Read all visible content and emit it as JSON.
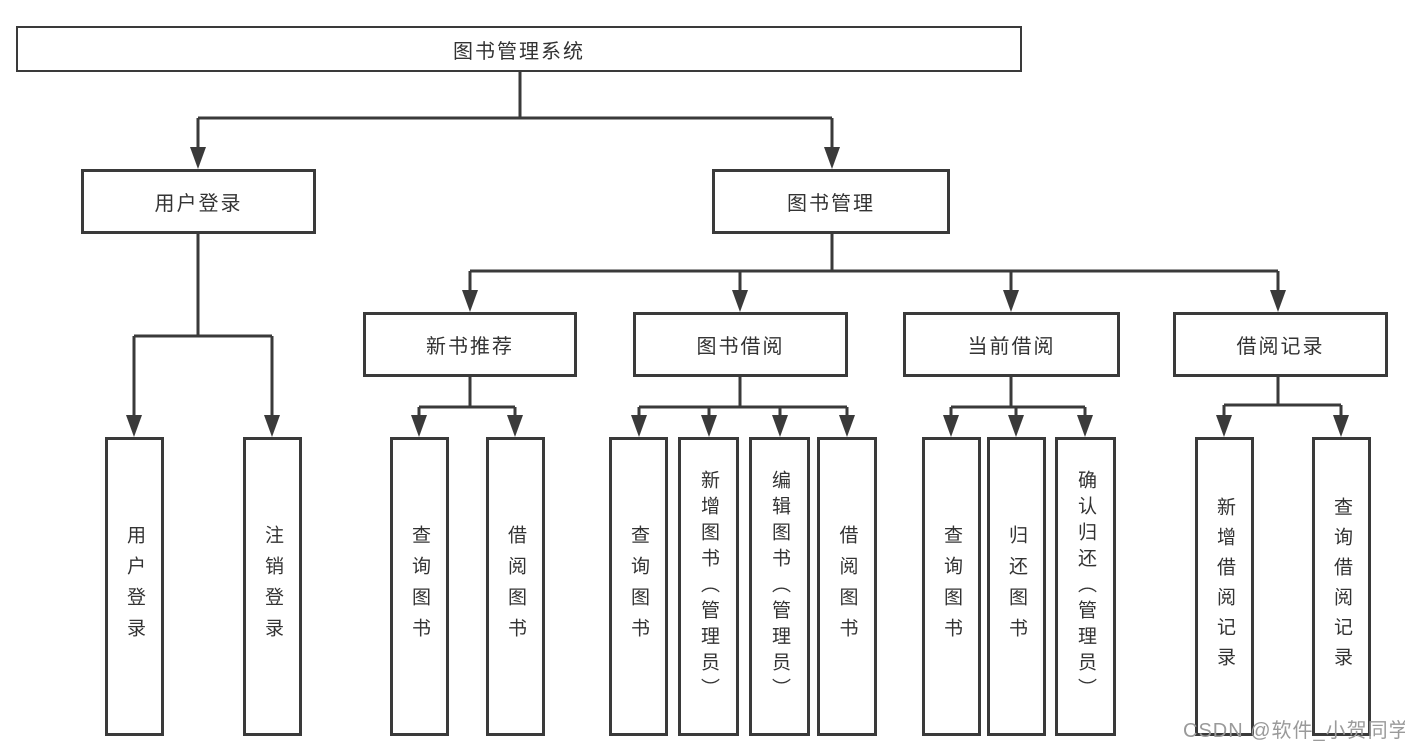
{
  "tree": {
    "label": "图书管理系统",
    "children": [
      {
        "label": "用户登录",
        "children": [
          {
            "label": "用户登录"
          },
          {
            "label": "注销登录"
          }
        ]
      },
      {
        "label": "图书管理",
        "children": [
          {
            "label": "新书推荐",
            "children": [
              {
                "label": "查询图书"
              },
              {
                "label": "借阅图书"
              }
            ]
          },
          {
            "label": "图书借阅",
            "children": [
              {
                "label": "查询图书"
              },
              {
                "label": "新增图书（管理员）"
              },
              {
                "label": "编辑图书（管理员）"
              },
              {
                "label": "借阅图书"
              }
            ]
          },
          {
            "label": "当前借阅",
            "children": [
              {
                "label": "查询图书"
              },
              {
                "label": "归还图书"
              },
              {
                "label": "确认归还（管理员）"
              }
            ]
          },
          {
            "label": "借阅记录",
            "children": [
              {
                "label": "新增借阅记录"
              },
              {
                "label": "查询借阅记录"
              }
            ]
          }
        ]
      }
    ]
  },
  "watermark": {
    "text": "CSDN @软件_小贺同学",
    "color": "#9a9a9a"
  },
  "colors": {
    "line": "#3a3a3a",
    "box_border": "#3a3a3a",
    "text": "#333333",
    "background": "#ffffff"
  }
}
